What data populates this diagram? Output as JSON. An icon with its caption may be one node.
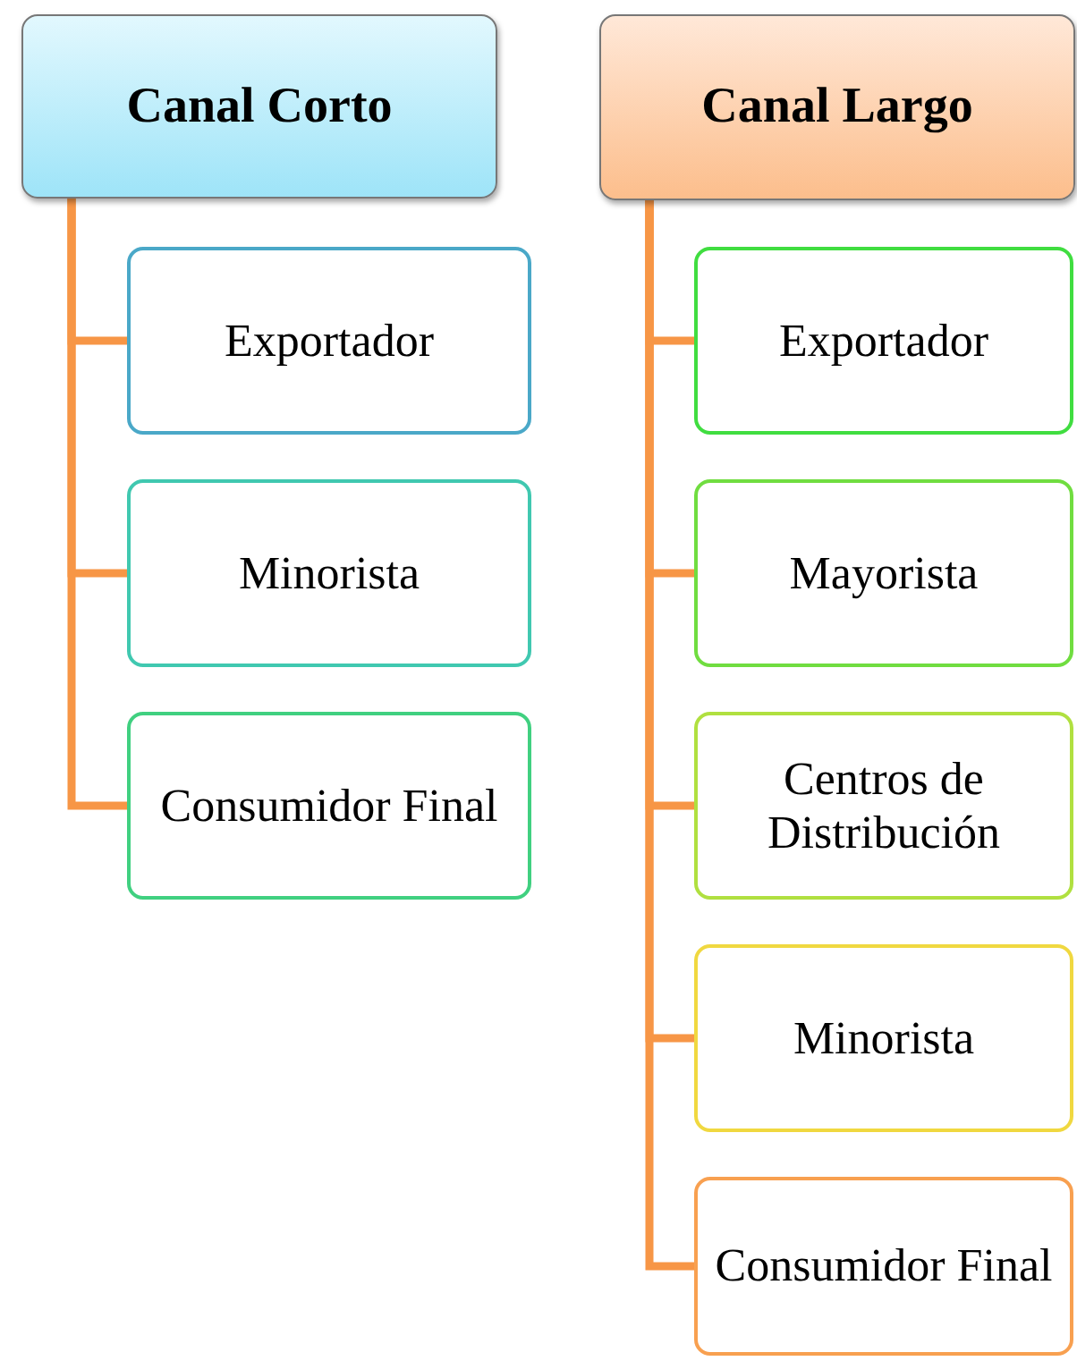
{
  "diagram": {
    "nodes": [
      {
        "text": [
          "Canal Corto"
        ]
      },
      {
        "text": [
          "Exportador"
        ]
      },
      {
        "text": [
          "Minorista"
        ]
      },
      {
        "text": [
          "Consumidor Final"
        ]
      },
      {
        "text": [
          "Canal Largo"
        ]
      },
      {
        "text": [
          "Exportador"
        ]
      },
      {
        "text": [
          "Mayorista"
        ]
      },
      {
        "text": [
          "Centros de Distribución"
        ]
      },
      {
        "text": [
          "Minorista"
        ]
      },
      {
        "text": [
          "Consumidor Final"
        ]
      }
    ],
    "edges": [
      {
        "from": 0,
        "to": 1,
        "arrow": "none"
      },
      {
        "from": 0,
        "to": 2,
        "arrow": "none"
      },
      {
        "from": 0,
        "to": 3,
        "arrow": "none"
      },
      {
        "from": 4,
        "to": 5,
        "arrow": "none"
      },
      {
        "from": 4,
        "to": 6,
        "arrow": "none"
      },
      {
        "from": 4,
        "to": 7,
        "arrow": "none"
      },
      {
        "from": 4,
        "to": 8,
        "arrow": "none"
      },
      {
        "from": 4,
        "to": 9,
        "arrow": "none"
      }
    ]
  }
}
